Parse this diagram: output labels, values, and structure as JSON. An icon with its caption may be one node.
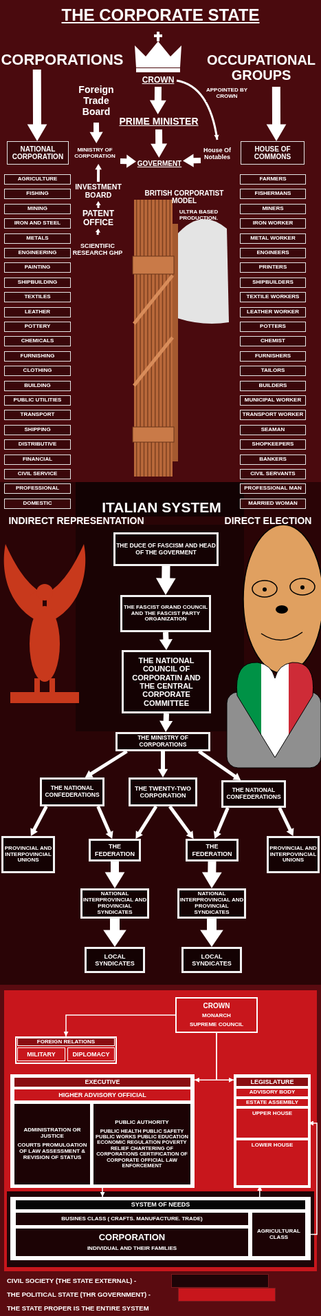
{
  "diagram": {
    "title": "THE CORPORATE STATE",
    "nodes": [
      {
        "text": [
          "CORPORATIONS"
        ]
      },
      {
        "text": [
          "NATIONAL CORPORATION"
        ]
      },
      {
        "text": [
          "CROWN"
        ]
      },
      {
        "text": [
          "PRIME MINISTER"
        ]
      },
      {
        "text": [
          "Foreign Trade Board"
        ]
      },
      {
        "text": [
          "MINISTRY OF CORPORATION"
        ]
      },
      {
        "text": [
          "GOVERMENT"
        ]
      },
      {
        "text": [
          "House Of Notables"
        ]
      },
      {
        "text": [
          "OCCUPATIONAL GROUPS"
        ]
      },
      {
        "text": [
          "HOUSE OF COMMONS"
        ]
      },
      {
        "text": [
          "INVESTMENT BOARD"
        ]
      },
      {
        "text": [
          "PATENT OFFICE"
        ]
      },
      {
        "text": [
          "SCIENTIFIC RESEARCH GHP"
        ]
      },
      {
        "text": [
          "AGRICULTURE"
        ]
      },
      {
        "text": [
          "FISHING"
        ]
      },
      {
        "text": [
          "MINING"
        ]
      },
      {
        "text": [
          "IRON AND STEEL"
        ]
      },
      {
        "text": [
          "METALS"
        ]
      },
      {
        "text": [
          "ENGINEERING"
        ]
      },
      {
        "text": [
          "PAINTING"
        ]
      },
      {
        "text": [
          "SHIPBUILDING"
        ]
      },
      {
        "text": [
          "TEXTILES"
        ]
      },
      {
        "text": [
          "LEATHER"
        ]
      },
      {
        "text": [
          "POTTERY"
        ]
      },
      {
        "text": [
          "CHEMICALS"
        ]
      },
      {
        "text": [
          "FURNISHING"
        ]
      },
      {
        "text": [
          "CLOTHING"
        ]
      },
      {
        "text": [
          "BUILDING"
        ]
      },
      {
        "text": [
          "PUBLIC UTILITIES"
        ]
      },
      {
        "text": [
          "TRANSPORT"
        ]
      },
      {
        "text": [
          "SHIPPING"
        ]
      },
      {
        "text": [
          "DISTRIBUTIVE"
        ]
      },
      {
        "text": [
          "FINANCIAL"
        ]
      },
      {
        "text": [
          "CIVIL SERVICE"
        ]
      },
      {
        "text": [
          "PROFESSIONAL"
        ]
      },
      {
        "text": [
          "DOMESTIC"
        ]
      },
      {
        "text": [
          "FARMERS"
        ]
      },
      {
        "text": [
          "FISHERMANS"
        ]
      },
      {
        "text": [
          "MINERS"
        ]
      },
      {
        "text": [
          "IRON WORKER"
        ]
      },
      {
        "text": [
          "METAL WORKER"
        ]
      },
      {
        "text": [
          "ENGINEERS"
        ]
      },
      {
        "text": [
          "PRINTERS"
        ]
      },
      {
        "text": [
          "SHIPBUILDERS"
        ]
      },
      {
        "text": [
          "TEXTILE WORKERS"
        ]
      },
      {
        "text": [
          "LEATHER WORKER"
        ]
      },
      {
        "text": [
          "POTTERS"
        ]
      },
      {
        "text": [
          "CHEMIST"
        ]
      },
      {
        "text": [
          "FURNISHERS"
        ]
      },
      {
        "text": [
          "TAILORS"
        ]
      },
      {
        "text": [
          "BUILDERS"
        ]
      },
      {
        "text": [
          "MUNICIPAL WORKER"
        ]
      },
      {
        "text": [
          "TRANSPORT WORKER"
        ]
      },
      {
        "text": [
          "SEAMAN"
        ]
      },
      {
        "text": [
          "SHOPKEEPERS"
        ]
      },
      {
        "text": [
          "BANKERS"
        ]
      },
      {
        "text": [
          "CIVIL SERVANTS"
        ]
      },
      {
        "text": [
          "PROFESSIONAL MAN"
        ]
      },
      {
        "text": [
          "MARRIED WOMAN"
        ]
      },
      {
        "text": [
          "THE DUCE OF FASCISM AND HEAD OF THE GOVERMENT"
        ]
      },
      {
        "text": [
          "THE FASCIST GRAND COUNCIL AND THE FASCIST PARTY ORGANIZATION"
        ]
      },
      {
        "text": [
          "THE NATIONAL COUNCIL OF CORPORATIN AND THE CENTRAL CORPORATE COMMITTEE"
        ]
      },
      {
        "text": [
          "THE MINISTRY OF CORPORATIONS"
        ]
      },
      {
        "text": [
          "THE NATIONAL CONFEDERATIONS"
        ]
      },
      {
        "text": [
          "THE TWENTY-TWO CORPORATION"
        ]
      },
      {
        "text": [
          "THE NATIONAL CONFEDERATIONS"
        ]
      },
      {
        "text": [
          "PROVINCIAL AND INTERPOVINCIAL UNIONS"
        ]
      },
      {
        "text": [
          "THE FEDERATION"
        ]
      },
      {
        "text": [
          "THE FEDERATION"
        ]
      },
      {
        "text": [
          "PROVINCIAL AND INTERPOVINCIAL UNIONS"
        ]
      },
      {
        "text": [
          "NATIONAL INTERPROVINCIAL AND PROVINCIAL SYNDICATES"
        ]
      },
      {
        "text": [
          "NATIONAL INTERPROVINCIAL AND PROVINCIAL SYNDICATES"
        ]
      },
      {
        "text": [
          "LOCAL SYNDICATES"
        ]
      },
      {
        "text": [
          "LOCAL SYNDICATES"
        ]
      },
      {
        "text": [
          "CROWN",
          "MONARCH",
          "SUPREME COUNCIL"
        ]
      },
      {
        "text": [
          "FOREIGN RELATIONS"
        ]
      },
      {
        "text": [
          "MILITARY"
        ],
        "in": 75
      },
      {
        "text": [
          "DIPLOMACY"
        ],
        "in": 75
      },
      {
        "text": [
          "EXECUTIVE",
          "HIGHER ADVISORY OFFICIAL"
        ]
      },
      {
        "text": [
          "ADMINISTRATION OR JUSTICE",
          "COURTS PROMULGATION OF LAW ASSESSMENT & REVISION OF STATUS"
        ],
        "in": 78
      },
      {
        "text": [
          "PUBLIC AUTHORITY",
          "PUBLIC HEALTH PUBLIC SAFETY PUBLIC WORKS PUBLIC EDUCATION ECONOMIC REGULATION POVERTY RELIEF CHARTERING OF CORPORATIONS CERTIFICATION OF CORPORATE OFFICIAL LAW ENFORCEMENT"
        ],
        "in": 78
      },
      {
        "text": [
          "LEGISLATURE",
          "ADVISORY BODY",
          "ESTATE ASSEMBLY"
        ]
      },
      {
        "text": [
          "UPPER HOUSE"
        ],
        "in": 81
      },
      {
        "text": [
          "LOWER HOUSE"
        ],
        "in": 81
      },
      {
        "text": [
          "SYSTEM OF NEEDS"
        ]
      },
      {
        "text": [
          "BUSINES CLASS ( CRAFTS. MANUFACTURE. TRADE)"
        ],
        "in": 84
      },
      {
        "text": [
          "CORPORATION",
          "INDIVIDUAL AND THEIR FAMILIES"
        ],
        "in": 84
      },
      {
        "text": [
          "AGRICULTURAL CLASS"
        ],
        "in": 84
      }
    ],
    "edges": [
      {
        "from": 0,
        "to": 1,
        "arrow": "to"
      },
      {
        "from": 2,
        "to": 3,
        "arrow": "to"
      },
      {
        "from": 3,
        "to": 6,
        "arrow": "to"
      },
      {
        "from": 2,
        "to": 7,
        "arrow": "to",
        "label": "APPOINTED BY CROWN"
      },
      {
        "from": 4,
        "to": 5,
        "arrow": "to"
      },
      {
        "from": 5,
        "to": 6,
        "arrow": "to"
      },
      {
        "from": 7,
        "to": 6,
        "arrow": "to"
      },
      {
        "from": 8,
        "to": 9,
        "arrow": "to"
      },
      {
        "from": 10,
        "to": 5,
        "arrow": "to"
      },
      {
        "from": 11,
        "to": 10,
        "arrow": "to"
      },
      {
        "from": 12,
        "to": 11,
        "arrow": "to"
      },
      {
        "from": 59,
        "to": 60,
        "arrow": "to"
      },
      {
        "from": 60,
        "to": 61,
        "arrow": "to"
      },
      {
        "from": 61,
        "to": 62,
        "arrow": "to"
      },
      {
        "from": 62,
        "to": 63,
        "arrow": "to"
      },
      {
        "from": 62,
        "to": 64,
        "arrow": "to"
      },
      {
        "from": 62,
        "to": 65,
        "arrow": "to"
      },
      {
        "from": 63,
        "to": 66,
        "arrow": "to"
      },
      {
        "from": 63,
        "to": 67,
        "arrow": "to"
      },
      {
        "from": 64,
        "to": 67,
        "arrow": "to"
      },
      {
        "from": 64,
        "to": 68,
        "arrow": "to"
      },
      {
        "from": 65,
        "to": 68,
        "arrow": "to"
      },
      {
        "from": 65,
        "to": 69,
        "arrow": "to"
      },
      {
        "from": 67,
        "to": 70,
        "arrow": "to"
      },
      {
        "from": 68,
        "to": 71,
        "arrow": "to"
      },
      {
        "from": 70,
        "to": 72,
        "arrow": "to"
      },
      {
        "from": 71,
        "to": 73,
        "arrow": "to"
      },
      {
        "from": 74,
        "to": 75,
        "arrow": "to"
      },
      {
        "from": 74,
        "to": 78,
        "arrow": "to"
      },
      {
        "from": 74,
        "to": 81,
        "arrow": "to"
      },
      {
        "from": 78,
        "to": 84,
        "arrow": "to"
      },
      {
        "from": 84,
        "to": 83,
        "arrow": "to"
      },
      {
        "from": 87,
        "to": 82,
        "arrow": "to"
      }
    ],
    "labels": [
      "BRITISH CORPORATIST MODEL",
      "ULTRA BASED PRODUCTION.",
      "ITALIAN SYSTEM",
      "INDIRECT REPRESENTATION",
      "DIRECT ELECTION",
      "THE STATE PROPER IS THE ENTIRE SYSTEM"
    ],
    "legend": [
      {
        "text": "CIVIL SOCIETY (THE STATE EXTERNAL) -",
        "color": "#1e0407"
      },
      {
        "text": "THE POLITICAL STATE (THR GOVERNMENT) -",
        "color": "#c8161c"
      }
    ]
  }
}
